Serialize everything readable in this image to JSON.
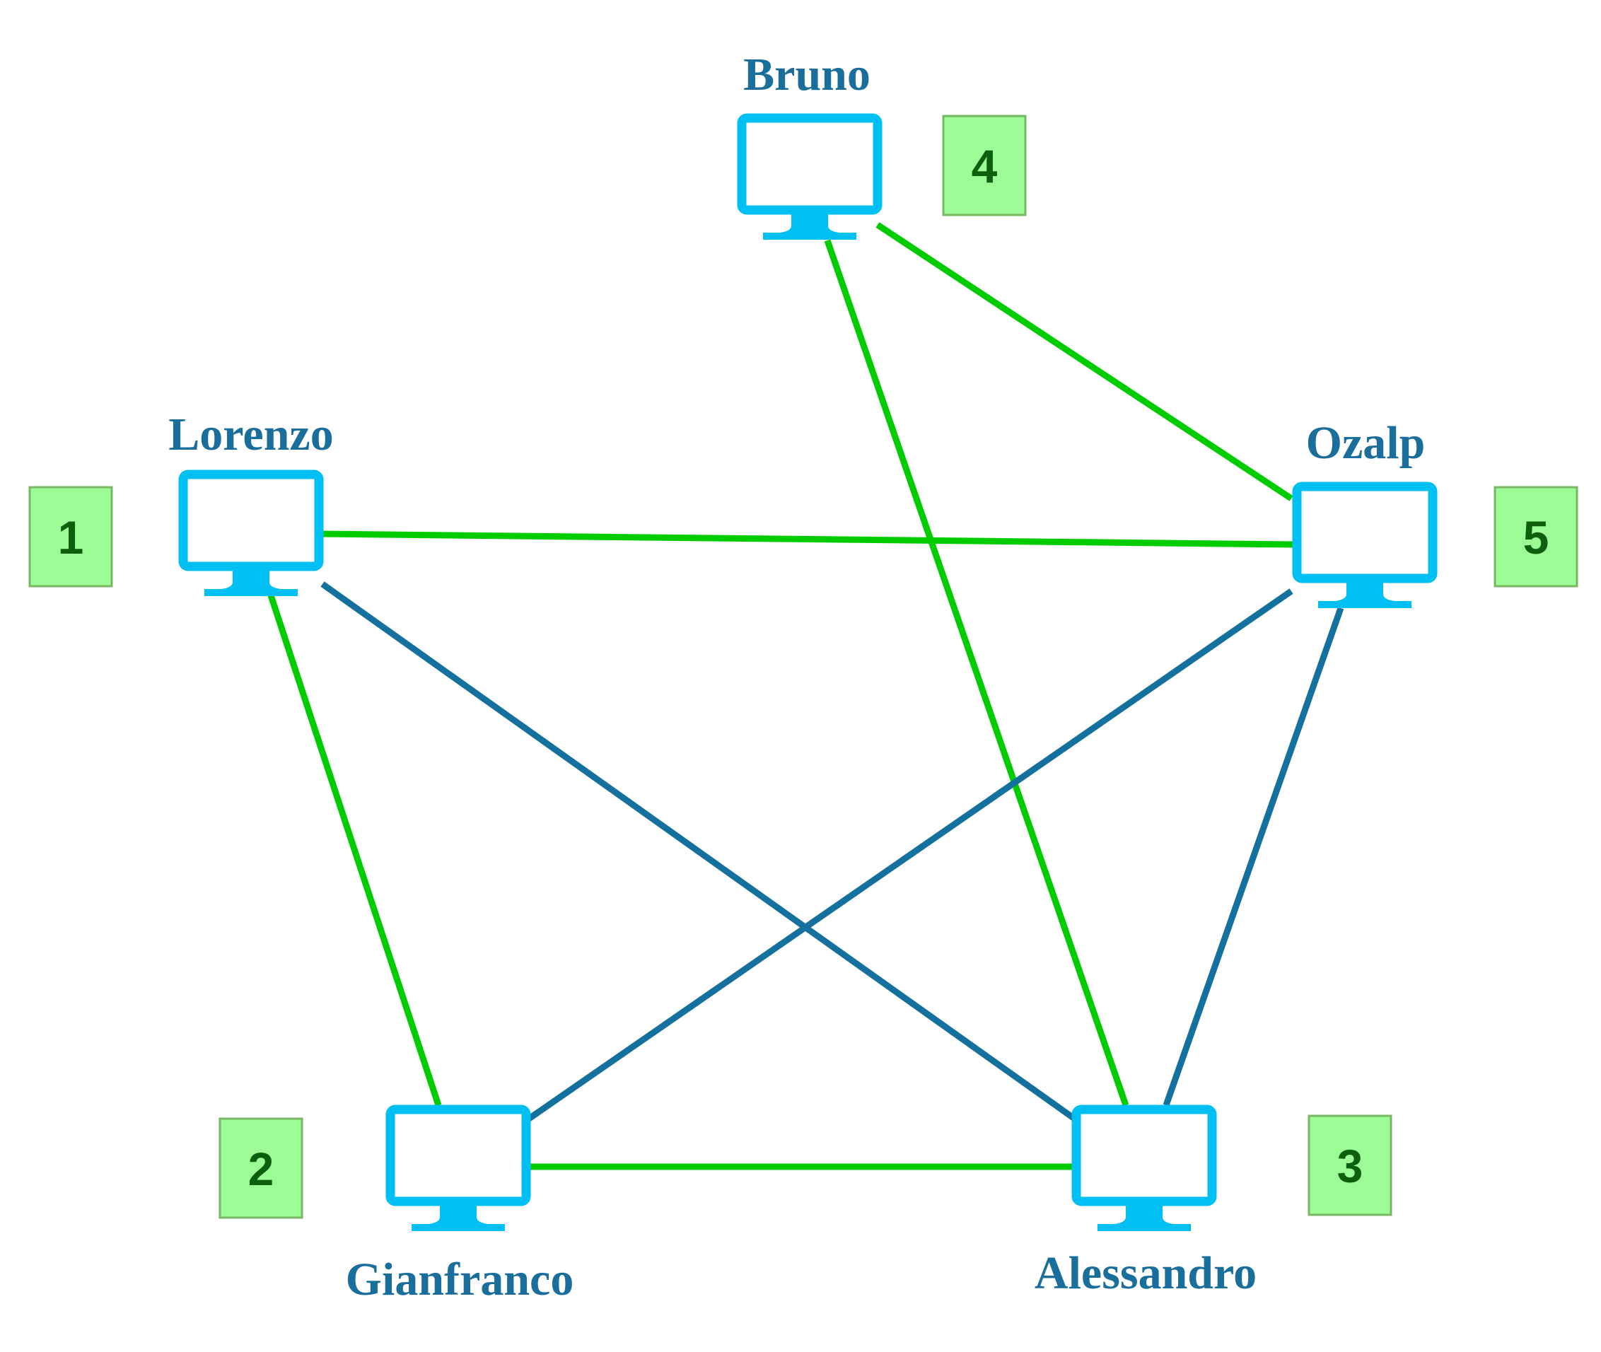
{
  "colors": {
    "computer": "#00bff2",
    "link_green": "#00cc00",
    "link_blue": "#14719e",
    "label": "#1a6e9c",
    "badge_fill": "#9cfc95",
    "badge_border": "#78b865",
    "badge_text": "#0d5f0d",
    "background": "#ffffff"
  },
  "nodes": [
    {
      "id": "bruno",
      "name": "Bruno",
      "number": "4",
      "icon": "computer-monitor-icon"
    },
    {
      "id": "lorenzo",
      "name": "Lorenzo",
      "number": "1",
      "icon": "computer-monitor-icon"
    },
    {
      "id": "ozalp",
      "name": "Ozalp",
      "number": "5",
      "icon": "computer-monitor-icon"
    },
    {
      "id": "gianfranco",
      "name": "Gianfranco",
      "number": "2",
      "icon": "computer-monitor-icon"
    },
    {
      "id": "alessandro",
      "name": "Alessandro",
      "number": "3",
      "icon": "computer-monitor-icon"
    }
  ],
  "edges": [
    {
      "from": "bruno",
      "to": "ozalp",
      "color": "green"
    },
    {
      "from": "bruno",
      "to": "alessandro",
      "color": "green"
    },
    {
      "from": "lorenzo",
      "to": "ozalp",
      "color": "green"
    },
    {
      "from": "lorenzo",
      "to": "gianfranco",
      "color": "green"
    },
    {
      "from": "lorenzo",
      "to": "alessandro",
      "color": "blue"
    },
    {
      "from": "ozalp",
      "to": "gianfranco",
      "color": "blue"
    },
    {
      "from": "ozalp",
      "to": "alessandro",
      "color": "blue"
    },
    {
      "from": "gianfranco",
      "to": "alessandro",
      "color": "green"
    }
  ]
}
